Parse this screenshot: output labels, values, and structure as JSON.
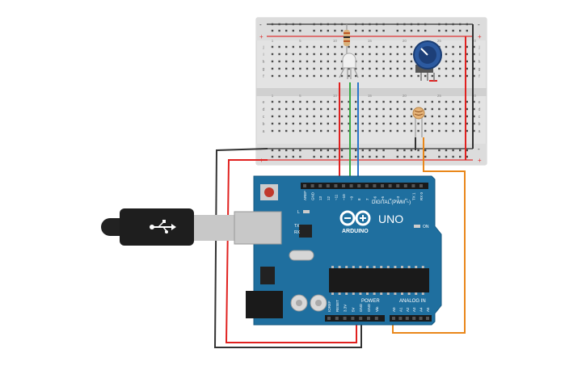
{
  "breadboard": {
    "plus": "+",
    "minus": "-",
    "rows_top": [
      "j",
      "i",
      "h",
      "g",
      "f"
    ],
    "rows_bottom": [
      "e",
      "d",
      "c",
      "b",
      "a"
    ],
    "col_numbers": [
      "1",
      "",
      "",
      "",
      "5",
      "",
      "",
      "",
      "",
      "10",
      "",
      "",
      "",
      "",
      "15",
      "",
      "",
      "",
      "",
      "20",
      "",
      "",
      "",
      "",
      "25",
      "",
      "",
      "",
      "",
      "30"
    ]
  },
  "arduino": {
    "logo_text": "ARDUINO",
    "model": "UNO",
    "digital_label": "DIGITAL (PWM ~)",
    "power_label": "POWER",
    "analog_label": "ANALOG IN",
    "on_label": "ON",
    "l_label": "L",
    "tx_label": "TX",
    "rx_label": "RX",
    "digital_pins": [
      "AREF",
      "GND",
      "13",
      "12",
      "~11",
      "~10",
      "~9",
      "8",
      "7",
      "~6",
      "~5",
      "4",
      "~3",
      "2",
      "TX 1",
      "RX 0"
    ],
    "power_pins": [
      "IOREF",
      "RESET",
      "3.3V",
      "5V",
      "GND",
      "GND",
      "Vin"
    ],
    "analog_pins": [
      "A0",
      "A1",
      "A2",
      "A3",
      "A4",
      "A5"
    ]
  },
  "colors": {
    "board_blue": "#1f6f9f",
    "breadboard": "#e3e3e3",
    "wire_red": "#e0211f",
    "wire_black": "#333333",
    "wire_green": "#3aa845",
    "wire_blue": "#2b77c9",
    "wire_orange": "#e9871a"
  }
}
